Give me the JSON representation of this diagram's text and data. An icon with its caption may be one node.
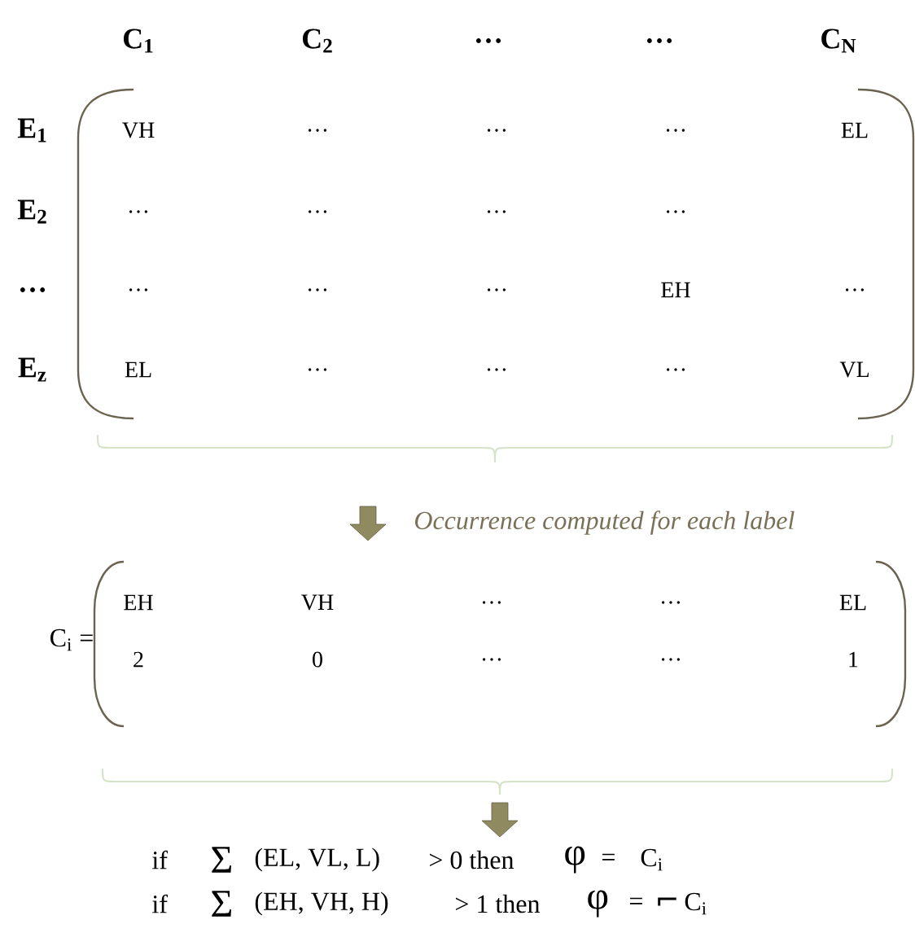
{
  "diagram": {
    "labels": [
      "C$_{1}$",
      "C$_{2}$",
      "…",
      "…",
      "C$_{N}$",
      "E$_{1}$",
      "VH",
      "…",
      "…",
      "…",
      "EL",
      "E$_{2}$",
      "…",
      "…",
      "…",
      "…",
      "…",
      "…",
      "…",
      "…",
      "EH",
      "…",
      "E$_{z}$",
      "EL",
      "…",
      "…",
      "…",
      "VL",
      "Occurrence computed for each label",
      "C$_{i}$ =",
      "EH",
      "VH",
      "…",
      "…",
      "EL",
      "2",
      "0",
      "…",
      "…",
      "1",
      "if",
      "Σ",
      "(EL, VL, L)",
      "> 0 then",
      "φ",
      "=",
      "C$_{i}$",
      "if",
      "Σ",
      "(EH, VH, H)",
      "> 1 then",
      "φ",
      "=",
      "⌐",
      "C$_{i}$"
    ]
  }
}
